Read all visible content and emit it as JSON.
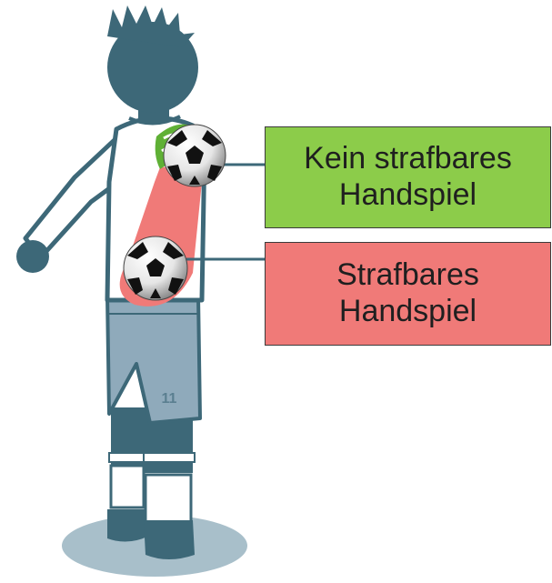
{
  "labels": {
    "no_offence": {
      "line1": "Kein strafbares",
      "line2": "Handspiel"
    },
    "offence": {
      "line1": "Strafbares",
      "line2": "Handspiel"
    }
  },
  "player": {
    "shorts_number": "11"
  },
  "colors": {
    "no_offence_zone": "#8ccc4a",
    "offence_zone": "#f07a78",
    "player_dark": "#3d6878",
    "shorts": "#8faabb",
    "shadow": "#a8bfca",
    "outline": "#3b3b3b"
  },
  "icons": [
    "soccer-ball-icon",
    "soccer-ball-icon"
  ]
}
